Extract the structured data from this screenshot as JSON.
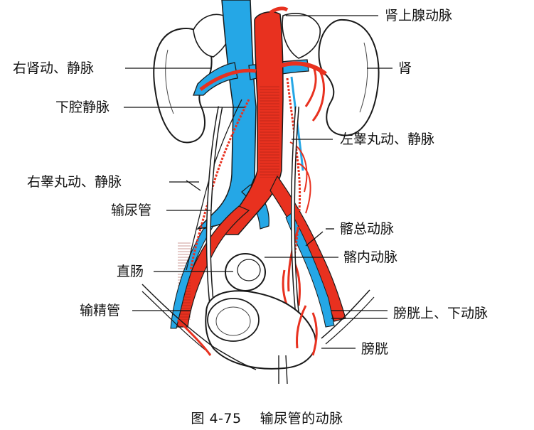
{
  "labels": {
    "adrenal_artery": "肾上腺动脉",
    "kidney": "肾",
    "right_renal_vessels": "右肾动、静脉",
    "ivc": "下腔静脉",
    "left_testicular": "左睾丸动、静脉",
    "right_testicular": "右睾丸动、静脉",
    "ureter": "输尿管",
    "common_iliac": "髂总动脉",
    "internal_iliac": "髂内动脉",
    "rectum": "直肠",
    "vas_deferens": "输精管",
    "vesical_arteries": "膀胱上、下动脉",
    "bladder": "膀胱"
  },
  "caption": {
    "number": "图 4-75",
    "title": "输尿管的动脉"
  },
  "colors": {
    "artery": "#e8311f",
    "vein": "#25a7e6",
    "outline": "#1a1a1a",
    "tissue": "#ffffff"
  }
}
